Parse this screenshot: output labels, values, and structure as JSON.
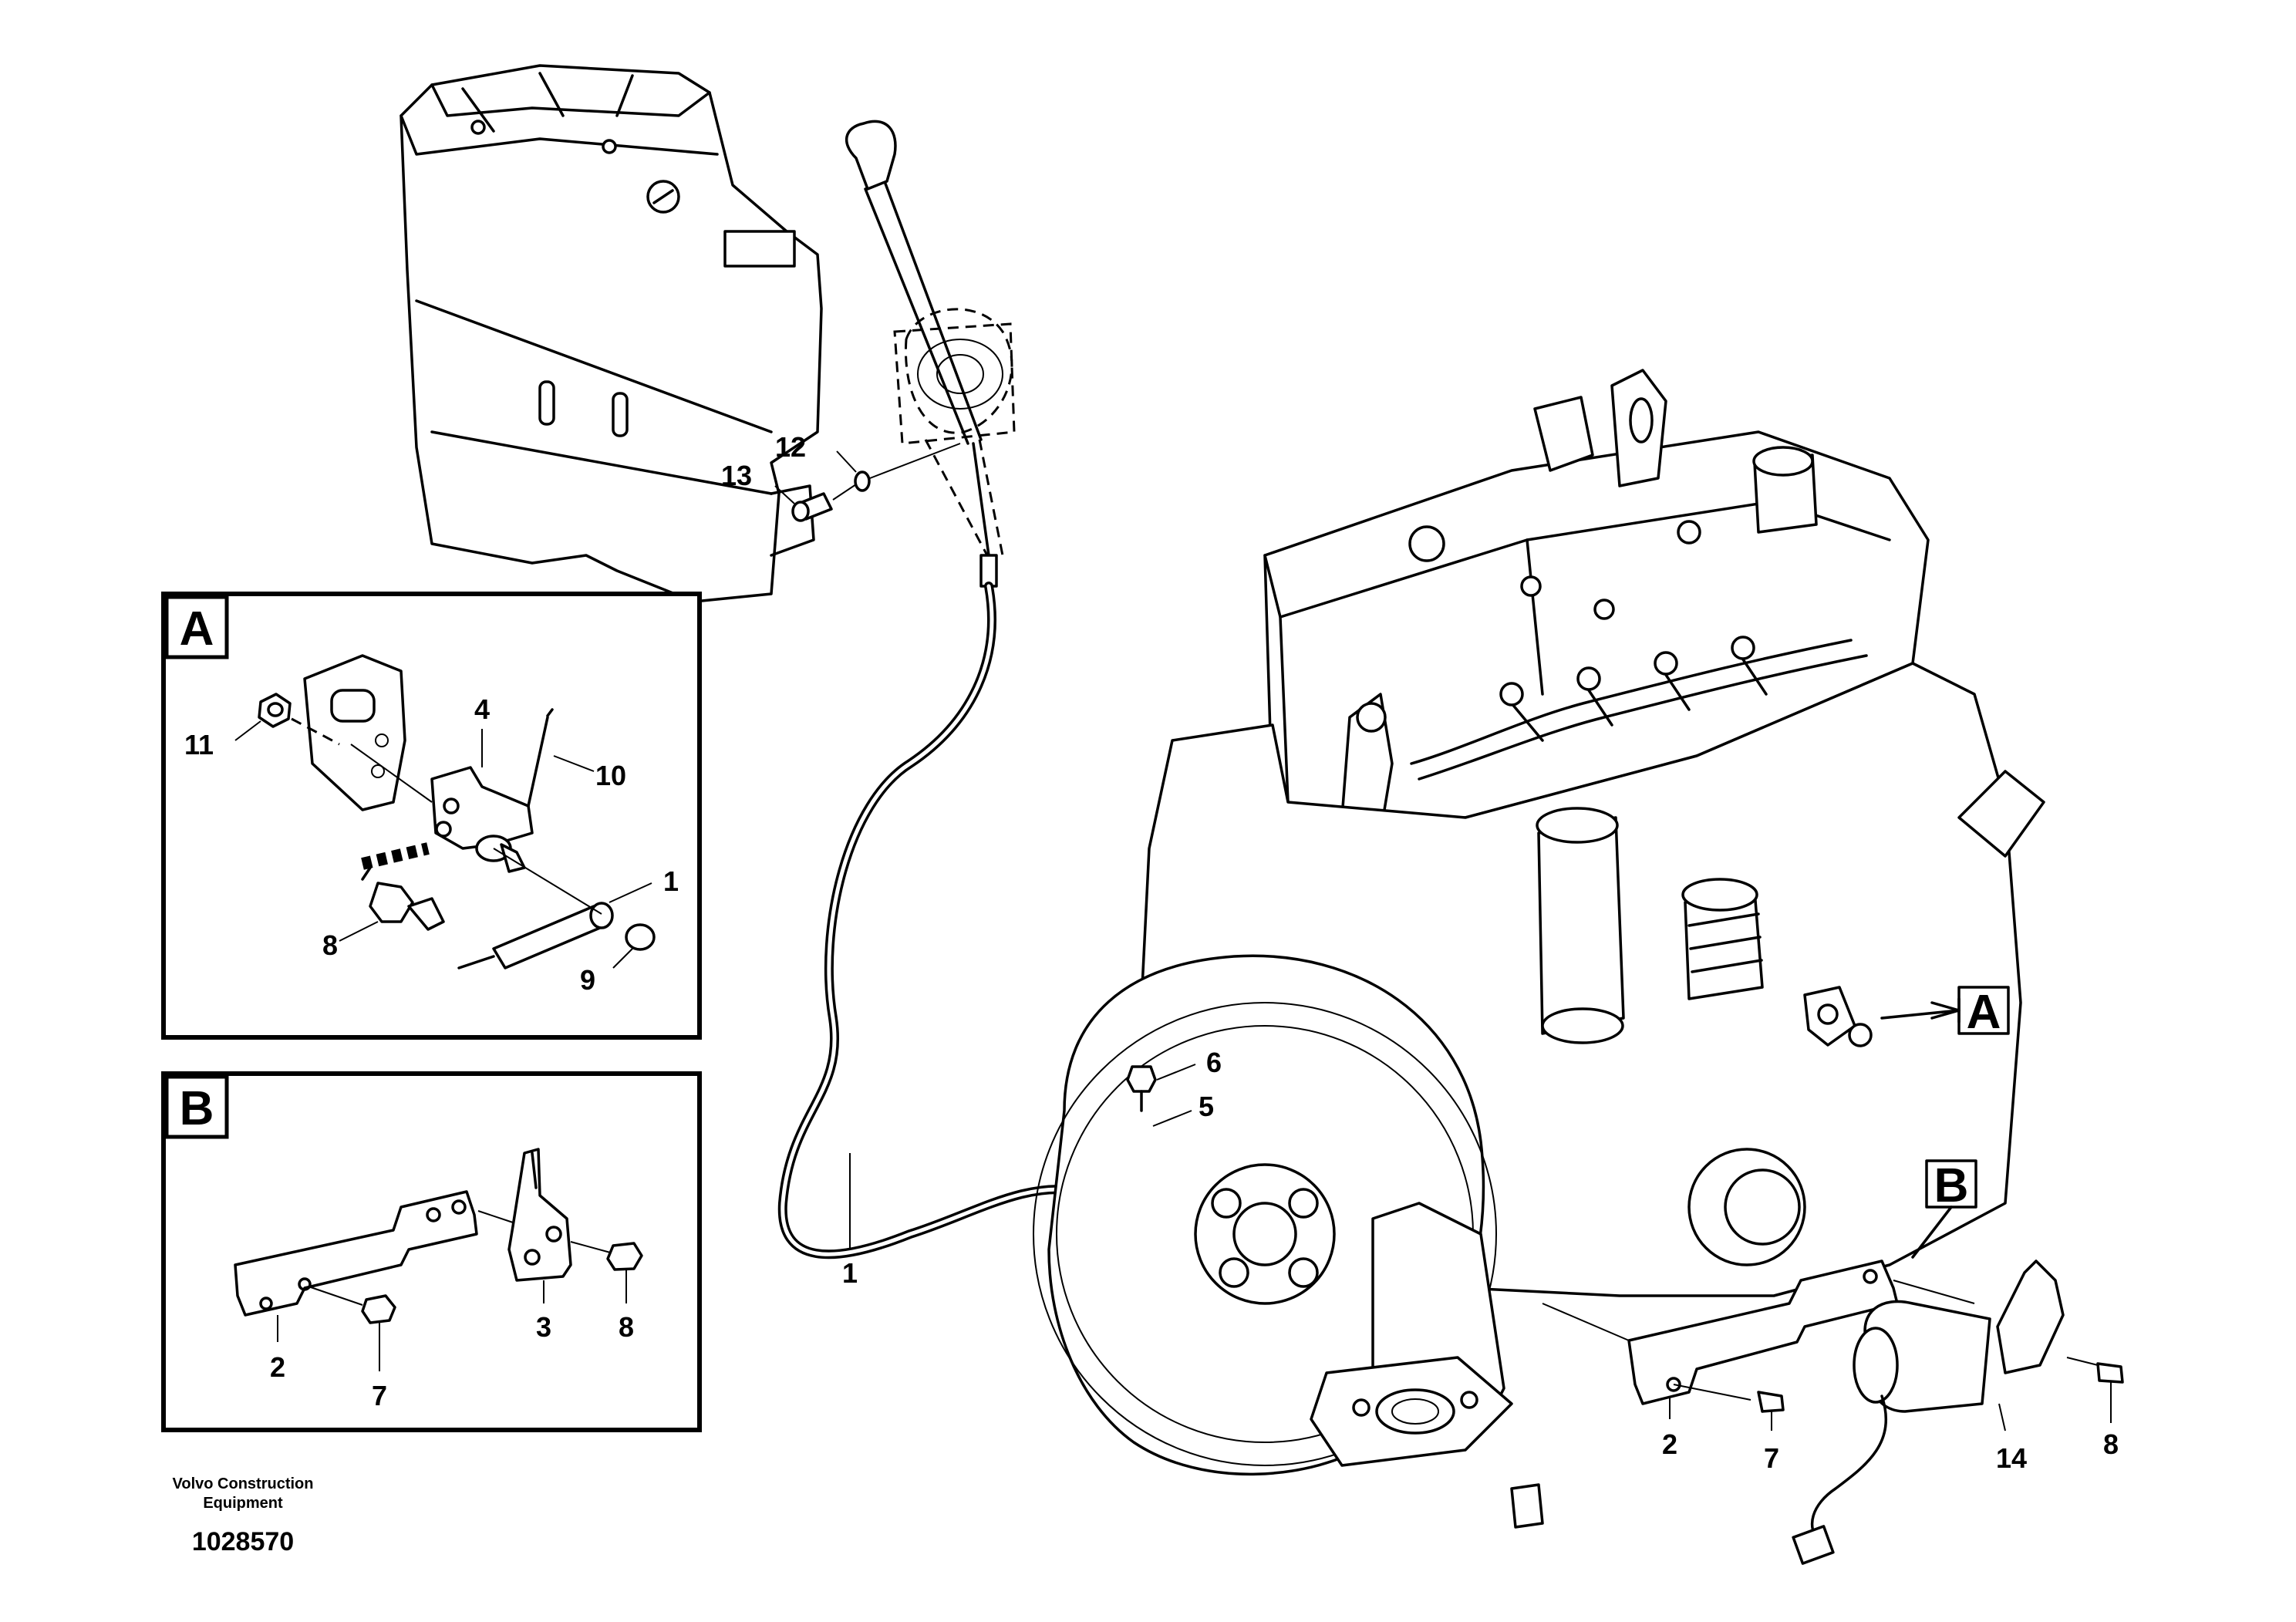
{
  "views": {
    "a": {
      "letter": "A"
    },
    "b": {
      "letter": "B"
    }
  },
  "main_callouts": {
    "c1": "1",
    "c2": "2",
    "c5": "5",
    "c6": "6",
    "c7": "7",
    "c8": "8",
    "c12": "12",
    "c13": "13",
    "c14": "14"
  },
  "detail_a_callouts": {
    "c1": "1",
    "c4": "4",
    "c8": "8",
    "c9": "9",
    "c10": "10",
    "c11": "11"
  },
  "detail_b_callouts": {
    "c2": "2",
    "c3": "3",
    "c7": "7",
    "c8": "8"
  },
  "footer": {
    "company_line1": "Volvo Construction",
    "company_line2": "Equipment",
    "document_number": "1028570"
  }
}
